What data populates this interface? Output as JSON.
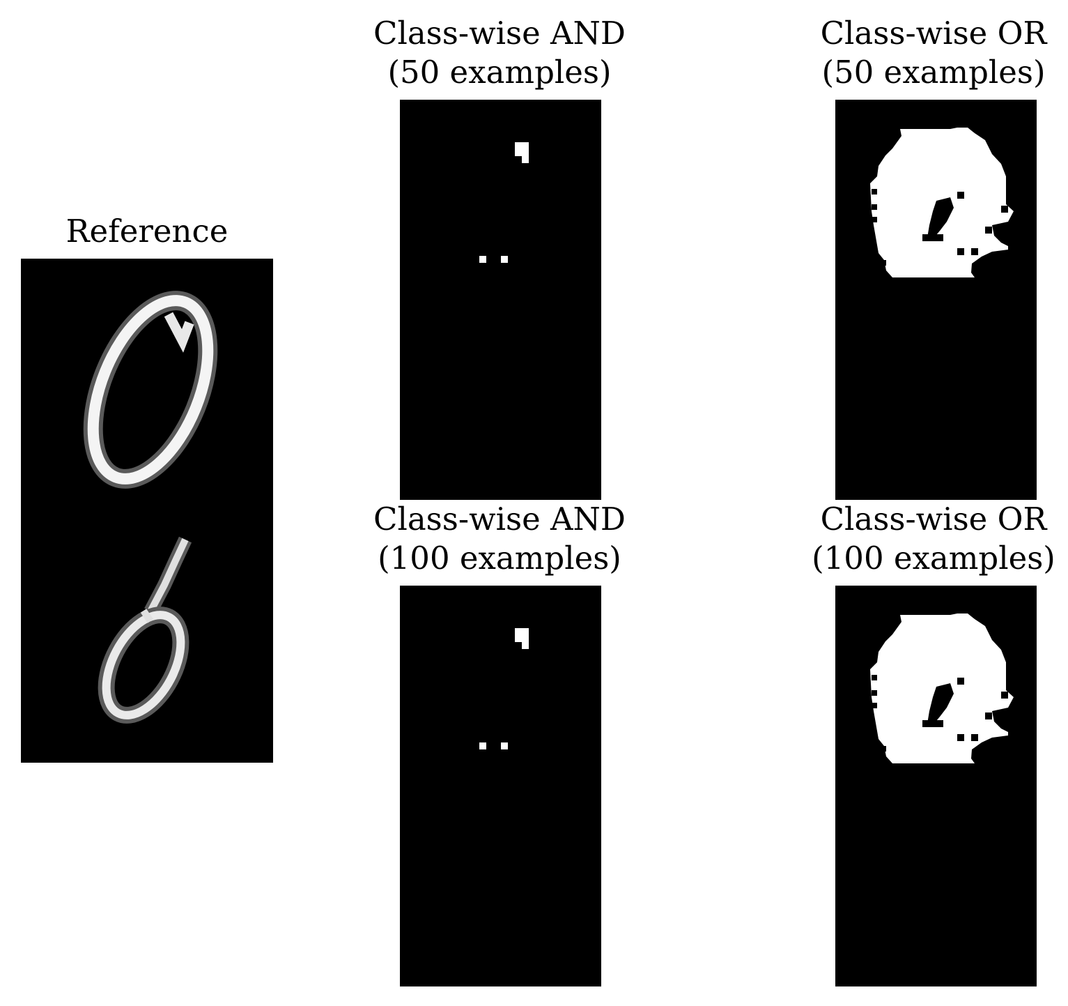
{
  "panels": {
    "reference": {
      "title_line1": "Reference",
      "title_line2": ""
    },
    "and_50": {
      "title_line1": "Class-wise AND",
      "title_line2": "(50 examples)"
    },
    "or_50": {
      "title_line1": "Class-wise OR",
      "title_line2": "(50 examples)"
    },
    "and_100": {
      "title_line1": "Class-wise AND",
      "title_line2": "(100 examples)"
    },
    "or_100": {
      "title_line1": "Class-wise OR",
      "title_line2": "(100 examples)"
    }
  },
  "colors": {
    "background": "#ffffff",
    "mask_background": "#000000",
    "mask_foreground": "#ffffff"
  },
  "image_content": {
    "reference": "two handwritten digits: 0 (top) and 6 (bottom), grayscale",
    "and_masks": "sparse white pixels on black",
    "or_masks": "large white blob with dark holes on black"
  }
}
